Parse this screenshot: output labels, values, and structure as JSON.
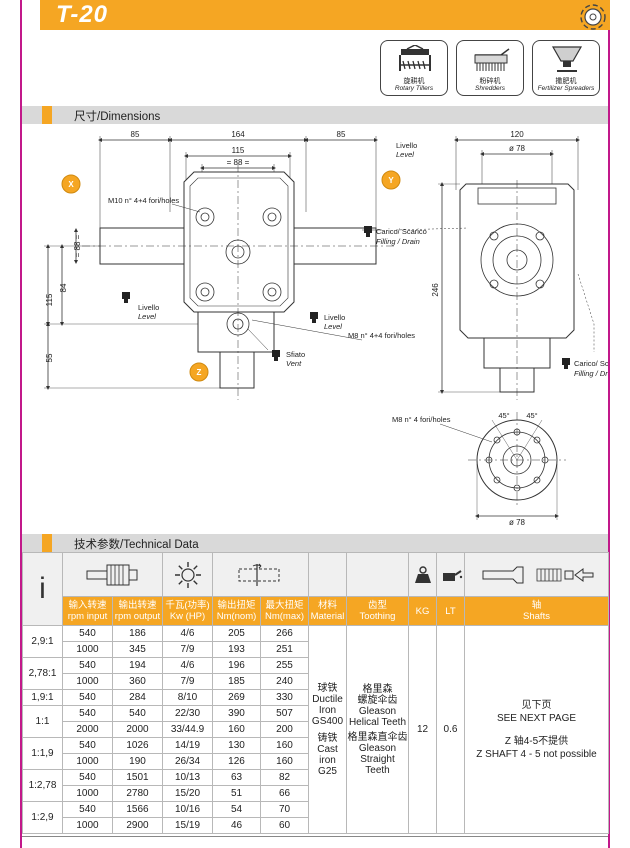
{
  "header": {
    "title": "T-20"
  },
  "applications": [
    {
      "cn": "旋耕机",
      "en": "Rotary Tillers"
    },
    {
      "cn": "粉碎机",
      "en": "Shredders"
    },
    {
      "cn": "撒肥机",
      "en": "Fertilizer Spreaders"
    }
  ],
  "sections": {
    "dimensions": "尺寸/Dimensions",
    "technical": "技术参数/Technical Data"
  },
  "drawing": {
    "dims_top": [
      "85",
      "164",
      "85",
      "115",
      "= 88 ="
    ],
    "dims_left": [
      "= 88 =",
      "84",
      "115",
      "55"
    ],
    "labels": {
      "x": "X",
      "y": "Y",
      "z": "Z",
      "m10": "M10 n° 4+4 fori/holes",
      "m8": "M8 n° 4+4 fori/holes",
      "m8_4": "M8 n° 4 fori/holes",
      "livello": "Livello",
      "level": "Level",
      "carico": "Carico/ Scarico",
      "filling": "Filling / Drain",
      "sfiato": "Sfiato",
      "vent": "Vent"
    },
    "side": {
      "d120": "120",
      "d78": "ø 78",
      "d246": "246"
    },
    "flange": {
      "a1": "45°",
      "a2": "45°",
      "d78": "ø 78"
    }
  },
  "table": {
    "i_symbol": "i",
    "headers": [
      {
        "cn": "输入转速",
        "en": "rpm input"
      },
      {
        "cn": "输出转速",
        "en": "rpm output"
      },
      {
        "cn": "千瓦(功率)",
        "en": "Kw (HP)"
      },
      {
        "cn": "输出扭矩",
        "en": "Nm(nom)"
      },
      {
        "cn": "最大扭矩",
        "en": "Nm(max)"
      },
      {
        "cn": "材料",
        "en": "Material"
      },
      {
        "cn": "齿型",
        "en": "Toothing"
      },
      {
        "cn": "",
        "en": "KG"
      },
      {
        "cn": "",
        "en": "LT"
      },
      {
        "cn": "轴",
        "en": "Shafts"
      }
    ],
    "ratios": [
      {
        "label": "2,9:1",
        "rows": [
          [
            "540",
            "186",
            "4/6",
            "205",
            "266"
          ],
          [
            "1000",
            "345",
            "7/9",
            "193",
            "251"
          ]
        ]
      },
      {
        "label": "2,78:1",
        "rows": [
          [
            "540",
            "194",
            "4/6",
            "196",
            "255"
          ],
          [
            "1000",
            "360",
            "7/9",
            "185",
            "240"
          ]
        ]
      },
      {
        "label": "1,9:1",
        "rows": [
          [
            "540",
            "284",
            "8/10",
            "269",
            "330"
          ]
        ]
      },
      {
        "label": "1:1",
        "rows": [
          [
            "540",
            "540",
            "22/30",
            "390",
            "507"
          ],
          [
            "2000",
            "2000",
            "33/44.9",
            "160",
            "200"
          ]
        ]
      },
      {
        "label": "1:1,9",
        "rows": [
          [
            "540",
            "1026",
            "14/19",
            "130",
            "160"
          ],
          [
            "1000",
            "190",
            "26/34",
            "126",
            "160"
          ]
        ]
      },
      {
        "label": "1:2,78",
        "rows": [
          [
            "540",
            "1501",
            "10/13",
            "63",
            "82"
          ],
          [
            "1000",
            "2780",
            "15/20",
            "51",
            "66"
          ]
        ]
      },
      {
        "label": "1:2,9",
        "rows": [
          [
            "540",
            "1566",
            "10/16",
            "54",
            "70"
          ],
          [
            "1000",
            "2900",
            "15/19",
            "46",
            "60"
          ]
        ]
      }
    ],
    "material": {
      "l1": "球铁",
      "l2": "Ductile Iron",
      "l3": "GS400",
      "l4": "铸铁",
      "l5": "Cast iron",
      "l6": "G25"
    },
    "toothing": {
      "l1": "格里森",
      "l2": "螺旋伞齿",
      "l3": "Gleason",
      "l4": "Helical Teeth",
      "l5": "格里森直伞齿",
      "l6": "Gleason",
      "l7": "Straight Teeth"
    },
    "kg": "12",
    "lt": "0.6",
    "shafts": {
      "l1": "见下页",
      "l2": "SEE NEXT PAGE",
      "l3": "Z 轴4-5不提供",
      "l4": "Z SHAFT 4 - 5 not possible"
    }
  }
}
